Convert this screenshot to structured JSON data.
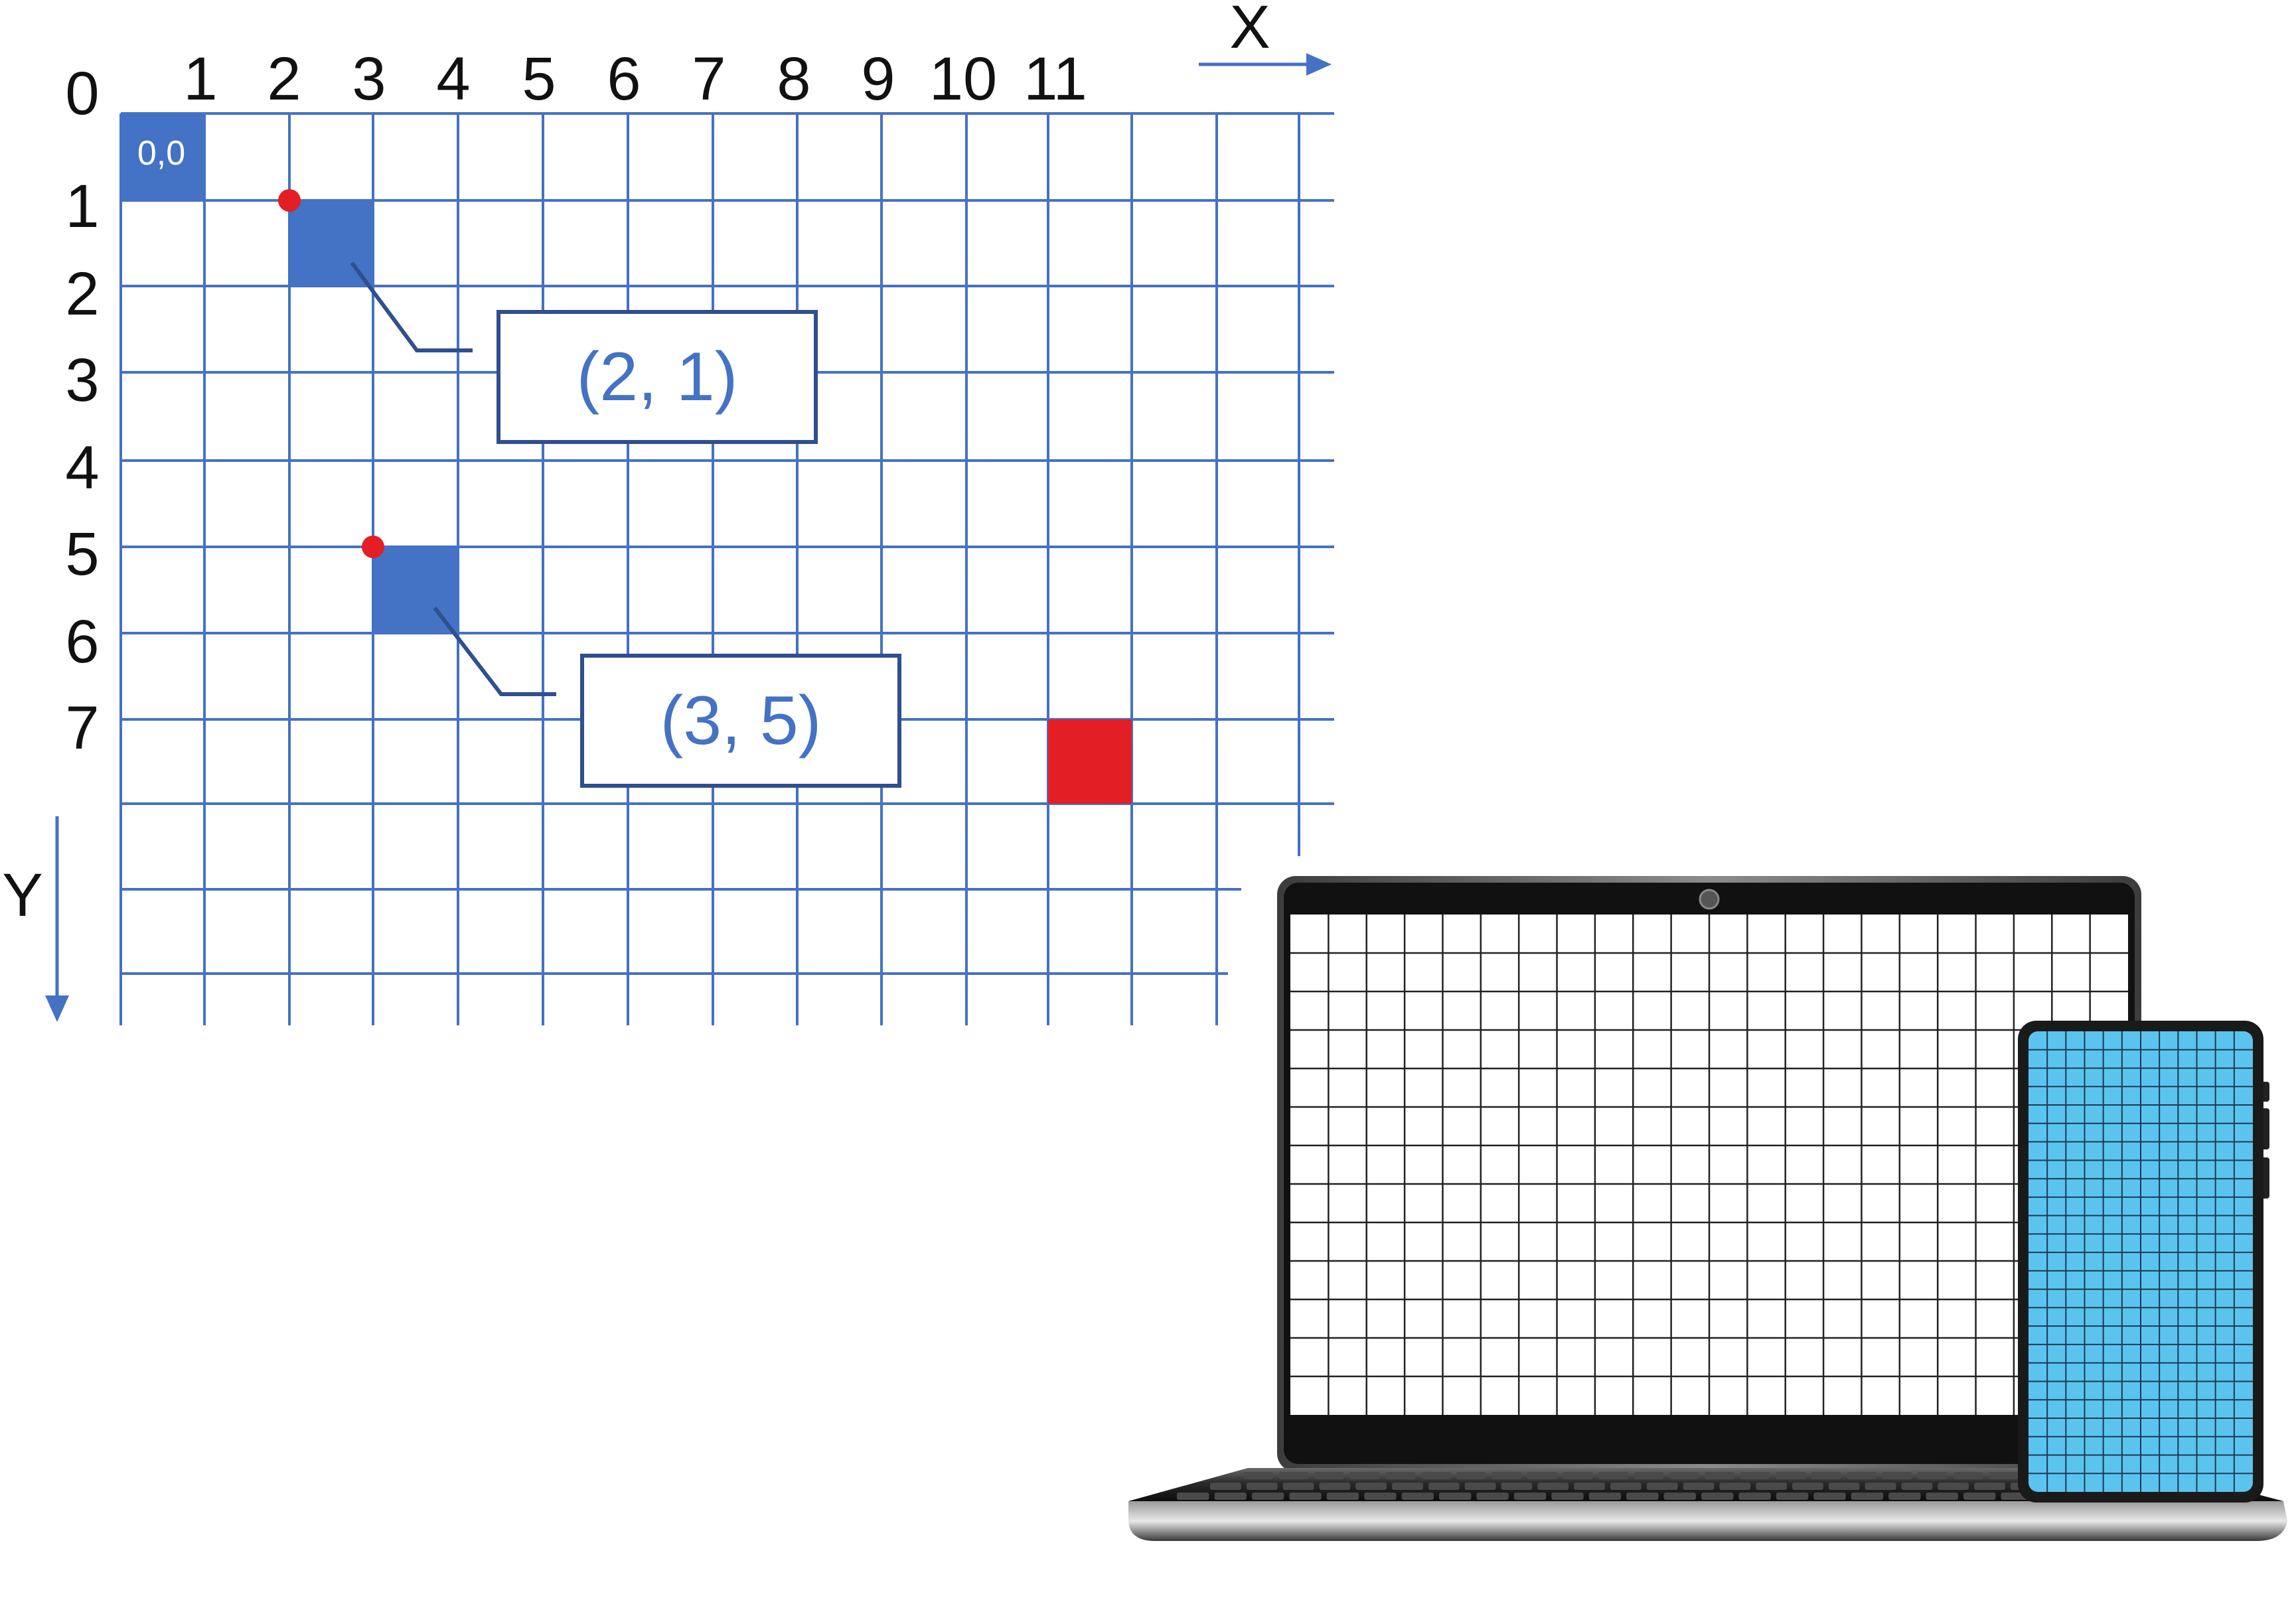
{
  "axes": {
    "x_label": "X",
    "y_label": "Y",
    "origin_label": "0",
    "x_ticks": [
      "1",
      "2",
      "3",
      "4",
      "5",
      "6",
      "7",
      "8",
      "9",
      "10",
      "11"
    ],
    "y_ticks": [
      "1",
      "2",
      "3",
      "4",
      "5",
      "6",
      "7"
    ]
  },
  "cells": {
    "origin": {
      "label": "0,0",
      "col": 0,
      "row": 0,
      "color": "#4472C4"
    },
    "highlighted": [
      {
        "col": 2,
        "row": 1,
        "color": "#4472C4"
      },
      {
        "col": 3,
        "row": 5,
        "color": "#4472C4"
      },
      {
        "col": 11,
        "row": 7,
        "color": "#E31E24"
      }
    ]
  },
  "points": [
    {
      "col": 2,
      "row": 1,
      "color": "#E31E24"
    },
    {
      "col": 3,
      "row": 5,
      "color": "#E31E24"
    }
  ],
  "callouts": [
    {
      "text": "(2, 1)"
    },
    {
      "text": "(3, 5)"
    }
  ],
  "colors": {
    "grid": "#4472C4",
    "text": "#111111",
    "callout_border": "#2F4F8F",
    "callout_text": "#4472C4",
    "phone_screen": "#5BC4EE"
  }
}
